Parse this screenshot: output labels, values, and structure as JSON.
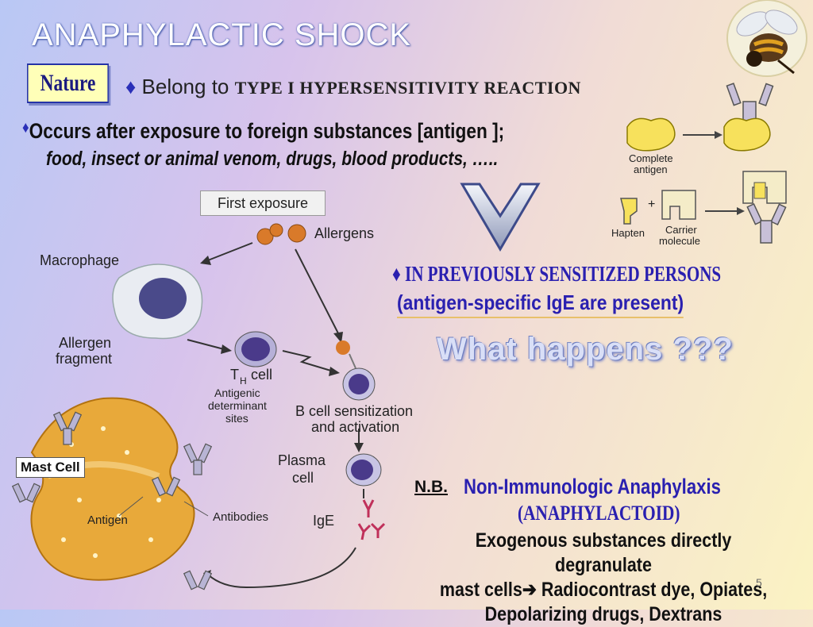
{
  "title": "ANAPHYLACTIC SHOCK",
  "nature_label": "Nature",
  "belong": {
    "bullet": "♦",
    "prefix": "Belong to ",
    "emph": "TYPE I HYPERSENSITIVITY REACTION"
  },
  "occurs": {
    "bullet": "♦",
    "text": "Occurs after exposure to foreign substances [antigen ];",
    "examples": "food, insect or animal venom, drugs, blood products, ….."
  },
  "sensitized": {
    "bullet": "♦",
    "text": "IN PREVIOUSLY SENSITIZED PERSONS",
    "sub": "(antigen-specific IgE are present)"
  },
  "question": "What happens ???",
  "diagram": {
    "first_exposure": "First exposure",
    "allergens": "Allergens",
    "macrophage": "Macrophage",
    "allergen_fragment_1": "Allergen",
    "allergen_fragment_2": "fragment",
    "th_cell_t": "T",
    "th_cell_h": "H",
    "th_cell_rest": "cell",
    "antigenic_1": "Antigenic",
    "antigenic_2": "determinant",
    "antigenic_3": "sites",
    "b_cell_1": "B cell sensitization",
    "b_cell_2": "and activation",
    "plasma_1": "Plasma",
    "plasma_2": "cell",
    "ige": "IgE",
    "antigen": "Antigen",
    "antibodies": "Antibodies",
    "mast_cell": "Mast Cell",
    "complete_antigen_1": "Complete",
    "complete_antigen_2": "antigen",
    "hapten": "Hapten",
    "plus": "+",
    "carrier_1": "Carrier",
    "carrier_2": "molecule"
  },
  "nb": {
    "label": "N.B.",
    "heading": "Non-Immunologic Anaphylaxis",
    "sub": "(ANAPHYLACTOID)",
    "line1": "Exogenous substances directly degranulate",
    "line2a": "mast cells",
    "arrow": "➔",
    "line2b": " Radiocontrast dye, Opiates,",
    "line3": "Depolarizing drugs, Dextrans"
  },
  "page_number": "5",
  "colors": {
    "accent_blue": "#2a20b0",
    "nature_bg": "#ffffb8",
    "mast_cell": "#e8a93a"
  }
}
